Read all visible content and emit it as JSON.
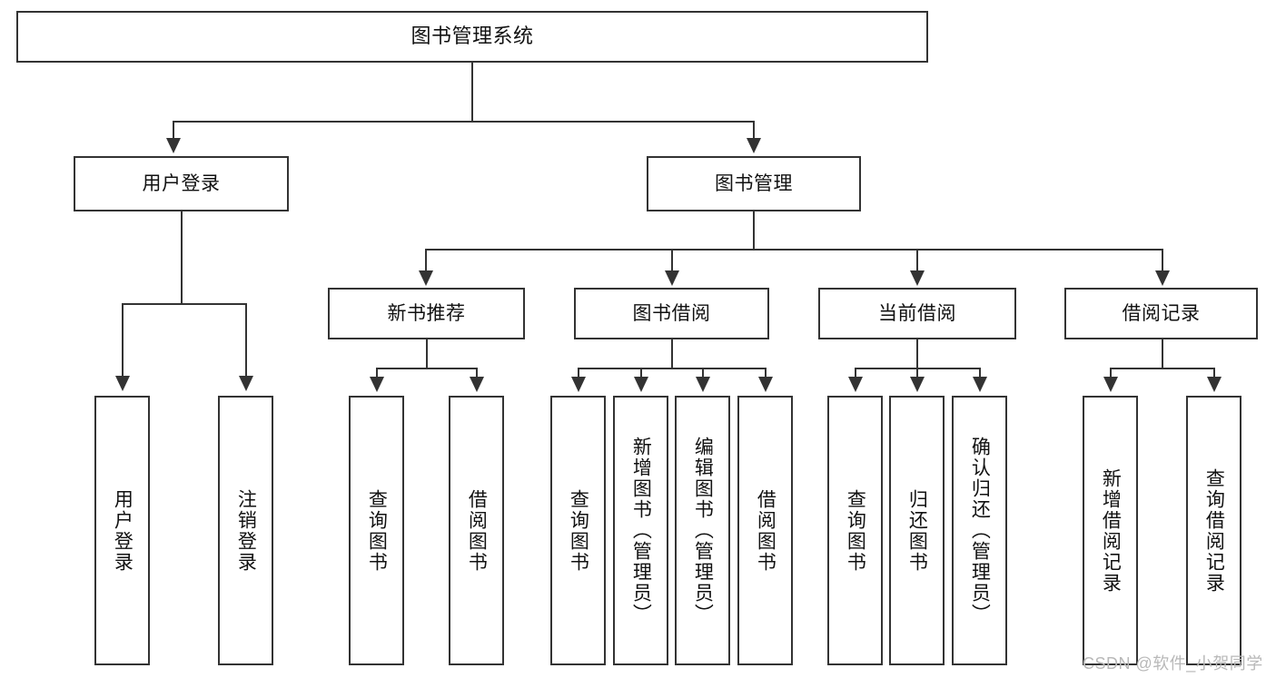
{
  "diagram": {
    "type": "tree",
    "title": "图书管理系统",
    "root": {
      "label": "图书管理系统"
    },
    "level2": [
      {
        "label": "用户登录"
      },
      {
        "label": "图书管理"
      }
    ],
    "level3": [
      {
        "label": "新书推荐"
      },
      {
        "label": "图书借阅"
      },
      {
        "label": "当前借阅"
      },
      {
        "label": "借阅记录"
      }
    ],
    "leaves": {
      "user_login": [
        {
          "label": "用户登录"
        },
        {
          "label": "注销登录"
        }
      ],
      "new_book_recommend": [
        {
          "label": "查询图书"
        },
        {
          "label": "借阅图书"
        }
      ],
      "book_borrow": [
        {
          "label": "查询图书"
        },
        {
          "label": "新增图书（管理员）"
        },
        {
          "label": "编辑图书（管理员）"
        },
        {
          "label": "借阅图书"
        }
      ],
      "current_borrow": [
        {
          "label": "查询图书"
        },
        {
          "label": "归还图书"
        },
        {
          "label": "确认归还（管理员）"
        }
      ],
      "borrow_record": [
        {
          "label": "新增借阅记录"
        },
        {
          "label": "查询借阅记录"
        }
      ]
    }
  },
  "watermark": {
    "text": "CSDN @软件_小贺同学"
  },
  "colors": {
    "stroke": "#333333",
    "fill": "#ffffff",
    "text": "#111111",
    "watermark": "#b8b8b8"
  }
}
